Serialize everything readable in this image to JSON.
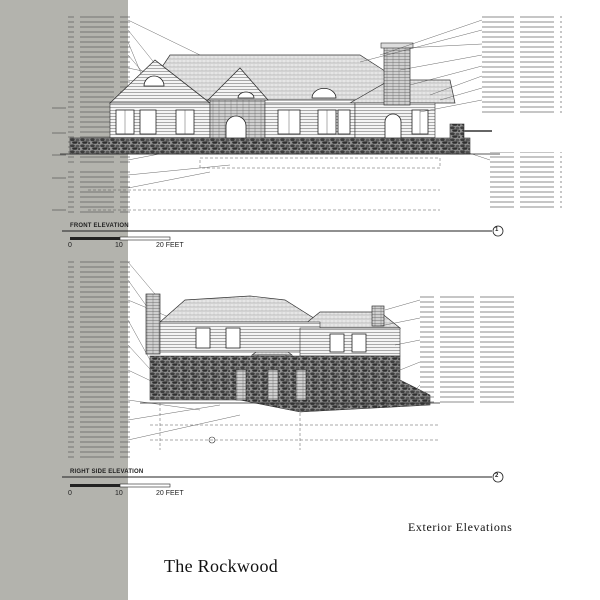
{
  "sheet": {
    "title": "Exterior Elevations",
    "project": "The Rockwood"
  },
  "views": [
    {
      "title": "FRONT ELEVATION",
      "marker": "1",
      "scale_labels": [
        "0",
        "10",
        "20 FEET"
      ]
    },
    {
      "title": "RIGHT SIDE ELEVATION",
      "marker": "2",
      "scale_labels": [
        "0",
        "10",
        "20 FEET"
      ]
    }
  ],
  "colors": {
    "sidebar": "#b3b3ad",
    "ink": "#222222"
  }
}
